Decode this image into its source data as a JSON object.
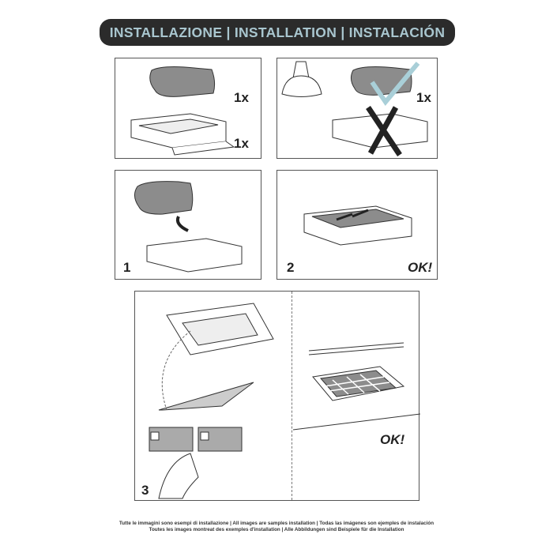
{
  "header": {
    "title": "INSTALLAZIONE | INSTALLATION | INSTALACIÓN"
  },
  "panels": [
    {
      "labels": [
        "1x",
        "1x"
      ]
    },
    {
      "labels": [
        "1x"
      ],
      "marks": [
        "check-icon",
        "cross-icon"
      ]
    },
    {
      "step": "1"
    },
    {
      "step": "2",
      "status": "OK!"
    },
    {
      "step": "3",
      "status": "OK!"
    }
  ],
  "colors": {
    "title_bg": "#2b2b2b",
    "title_text": "#a9c6cf",
    "filter_gray": "#8c8c8c",
    "check": "#a9cfd8"
  },
  "footer": {
    "line1": "Tutte le immagini sono esempi di installazione | All images are samples installation | Todas las imágenes son ejemples de instalación",
    "line2": "Toutes les images montreat des exemples d'installation | Alle Abbildungen sind Beispiele für die Installation"
  }
}
